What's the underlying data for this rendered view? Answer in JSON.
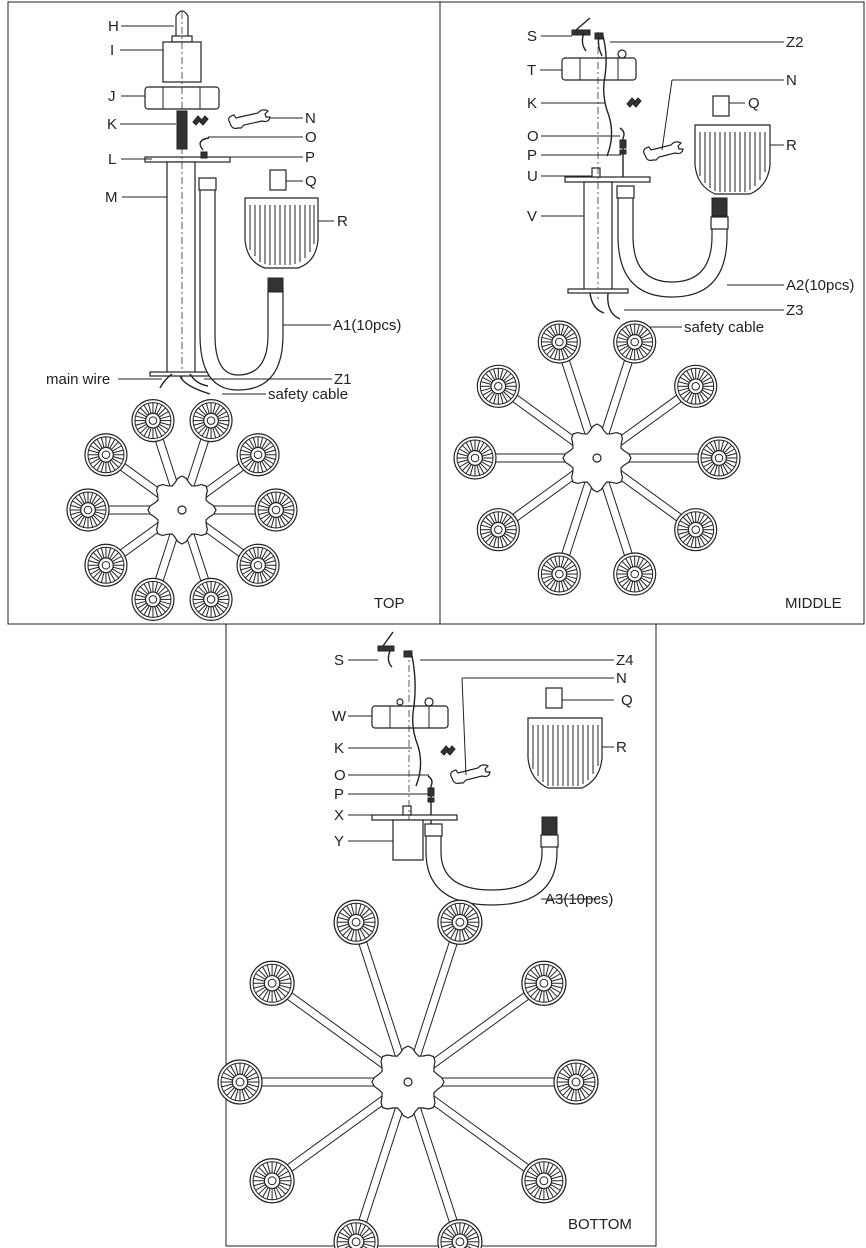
{
  "panels": {
    "top": {
      "title": "TOP",
      "labels": {
        "H": "H",
        "I": "I",
        "J": "J",
        "K": "K",
        "N": "N",
        "O": "O",
        "L": "L",
        "P": "P",
        "M": "M",
        "Q": "Q",
        "R": "R",
        "A1": "A1(10pcs)",
        "main_wire": "main wire",
        "Z1": "Z1",
        "safety_cable": "safety  cable"
      }
    },
    "middle": {
      "title": "MIDDLE",
      "labels": {
        "S": "S",
        "Z2": "Z2",
        "T": "T",
        "N": "N",
        "K": "K",
        "Q": "Q",
        "O": "O",
        "R": "R",
        "P": "P",
        "U": "U",
        "V": "V",
        "A2": "A2(10pcs)",
        "Z3": "Z3",
        "safety_cable": "safety  cable"
      }
    },
    "bottom": {
      "title": "BOTTOM",
      "labels": {
        "S": "S",
        "Z4": "Z4",
        "N": "N",
        "W": "W",
        "Q": "Q",
        "K": "K",
        "O": "O",
        "R": "R",
        "P": "P",
        "X": "X",
        "Y": "Y",
        "A3": "A3(10pcs)"
      }
    }
  },
  "arm_count": 10,
  "colors": {
    "line": "#222222",
    "background": "#ffffff",
    "fill_dark": "#333333"
  }
}
